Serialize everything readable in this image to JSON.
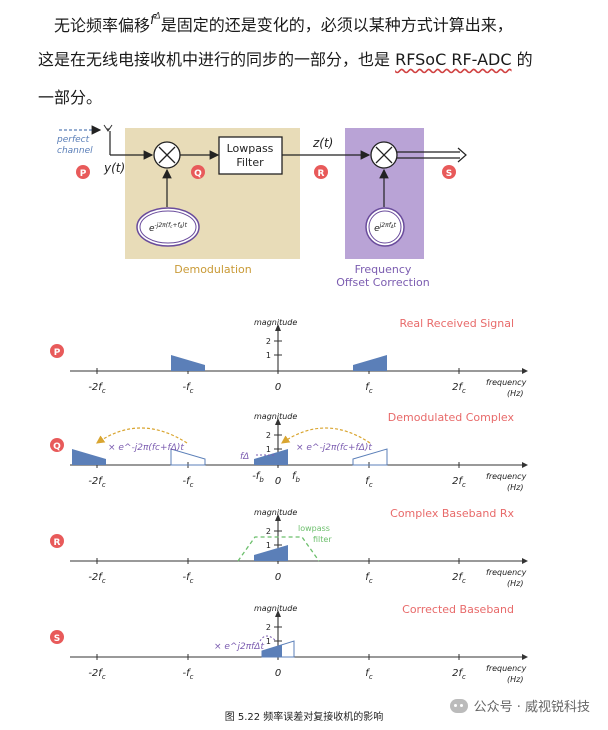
{
  "paragraph": {
    "line1_a": "无论频率偏移",
    "symbol": "f",
    "symbol_sub": "Δ",
    "line1_b": "是固定的还是变化的，必须以某种方式计算出来，",
    "line2_a": "这是在无线电接收机中进行的同步的一部分，也是",
    "line2_rfsoc": "RFSoC RF-ADC",
    "line2_b": "的",
    "line3": "一部分。"
  },
  "block_diagram": {
    "channel_label": "perfect\nchannel",
    "input_signal": "y(t)",
    "lowpass_label_1": "Lowpass",
    "lowpass_label_2": "Filter",
    "output_signal": "z(t)",
    "osc1": "e^-j2π(fc+fΔ)t",
    "osc2": "e^j2πfΔt",
    "demod_label": "Demodulation",
    "foc_label_1": "Frequency",
    "foc_label_2": "Offset Correction",
    "points": [
      "P",
      "Q",
      "R",
      "S"
    ],
    "colors": {
      "demod_bg": "#e8dcb8",
      "foc_bg": "#b9a3d6",
      "marker": "#e85a5a",
      "spectrum": "#5b7fb8"
    }
  },
  "spectra": {
    "ylabel": "magnitude",
    "xlabel_1": "frequency",
    "xlabel_2": "(Hz)",
    "ticks": [
      "-2f",
      "-f",
      "0",
      "f",
      "2f"
    ],
    "tick_sub": "c",
    "yticks": [
      "2",
      "1"
    ],
    "panels": [
      {
        "marker": "P",
        "title": "Real Received Signal"
      },
      {
        "marker": "Q",
        "title": "Demodulated Complex",
        "annot_left": "× e^-j2π(fc+fΔ)t",
        "annot_right": "× e^-j2π(fc+fΔ)t",
        "f_delta": "fΔ",
        "neg_fb": "-f",
        "pos_fb": "f",
        "fb_sub": "b"
      },
      {
        "marker": "R",
        "title": "Complex Baseband Rx",
        "lowpass_1": "lowpass",
        "lowpass_2": "filter"
      },
      {
        "marker": "S",
        "title": "Corrected Baseband",
        "annot": "× e^j2πfΔt"
      }
    ]
  },
  "caption": "图 5.22  频率误差对复接收机的影响",
  "watermark": "公众号 · 威视锐科技"
}
